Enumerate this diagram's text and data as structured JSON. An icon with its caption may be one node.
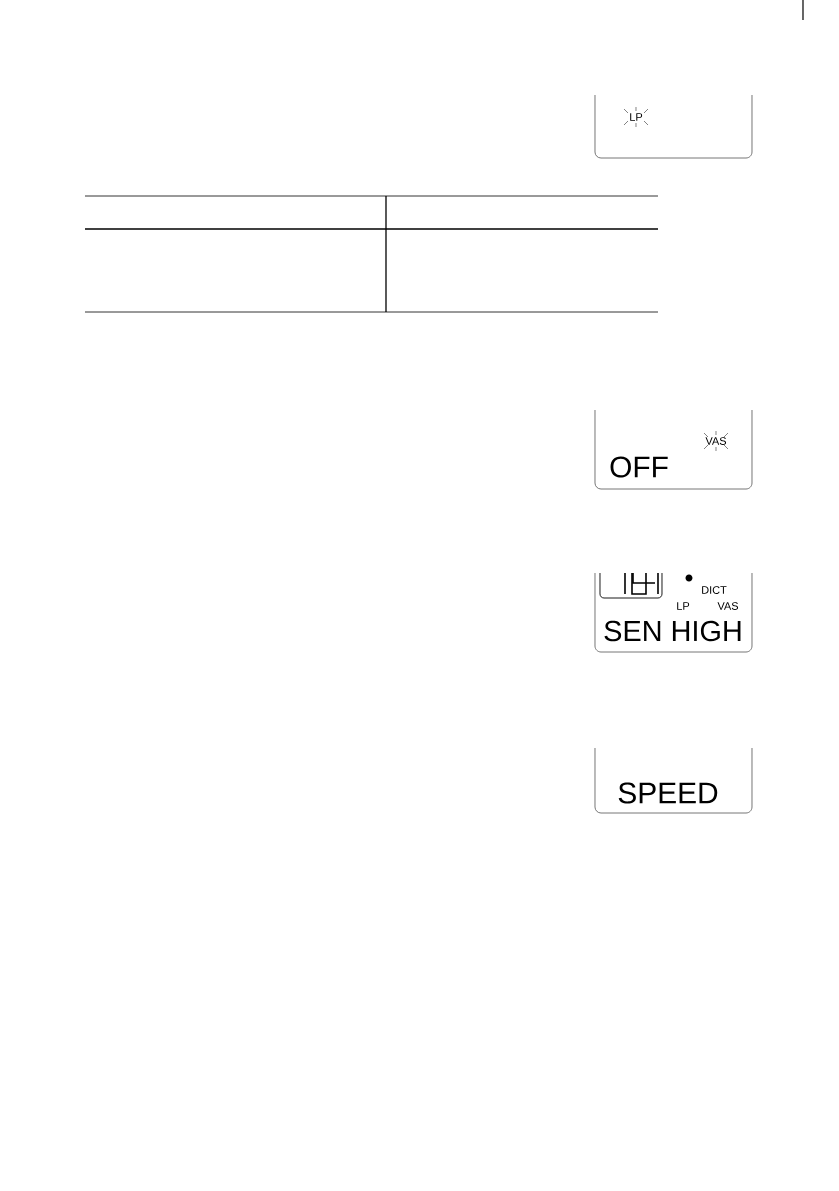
{
  "diagram": {
    "nodes": [
      {
        "text": [
          "LP"
        ]
      },
      {
        "text": [
          "OFF",
          "VAS"
        ]
      },
      {
        "text": [
          "DICT",
          "LP",
          "VAS",
          "SEN HIGH"
        ]
      },
      {
        "text": [
          "SPEED"
        ]
      }
    ]
  }
}
